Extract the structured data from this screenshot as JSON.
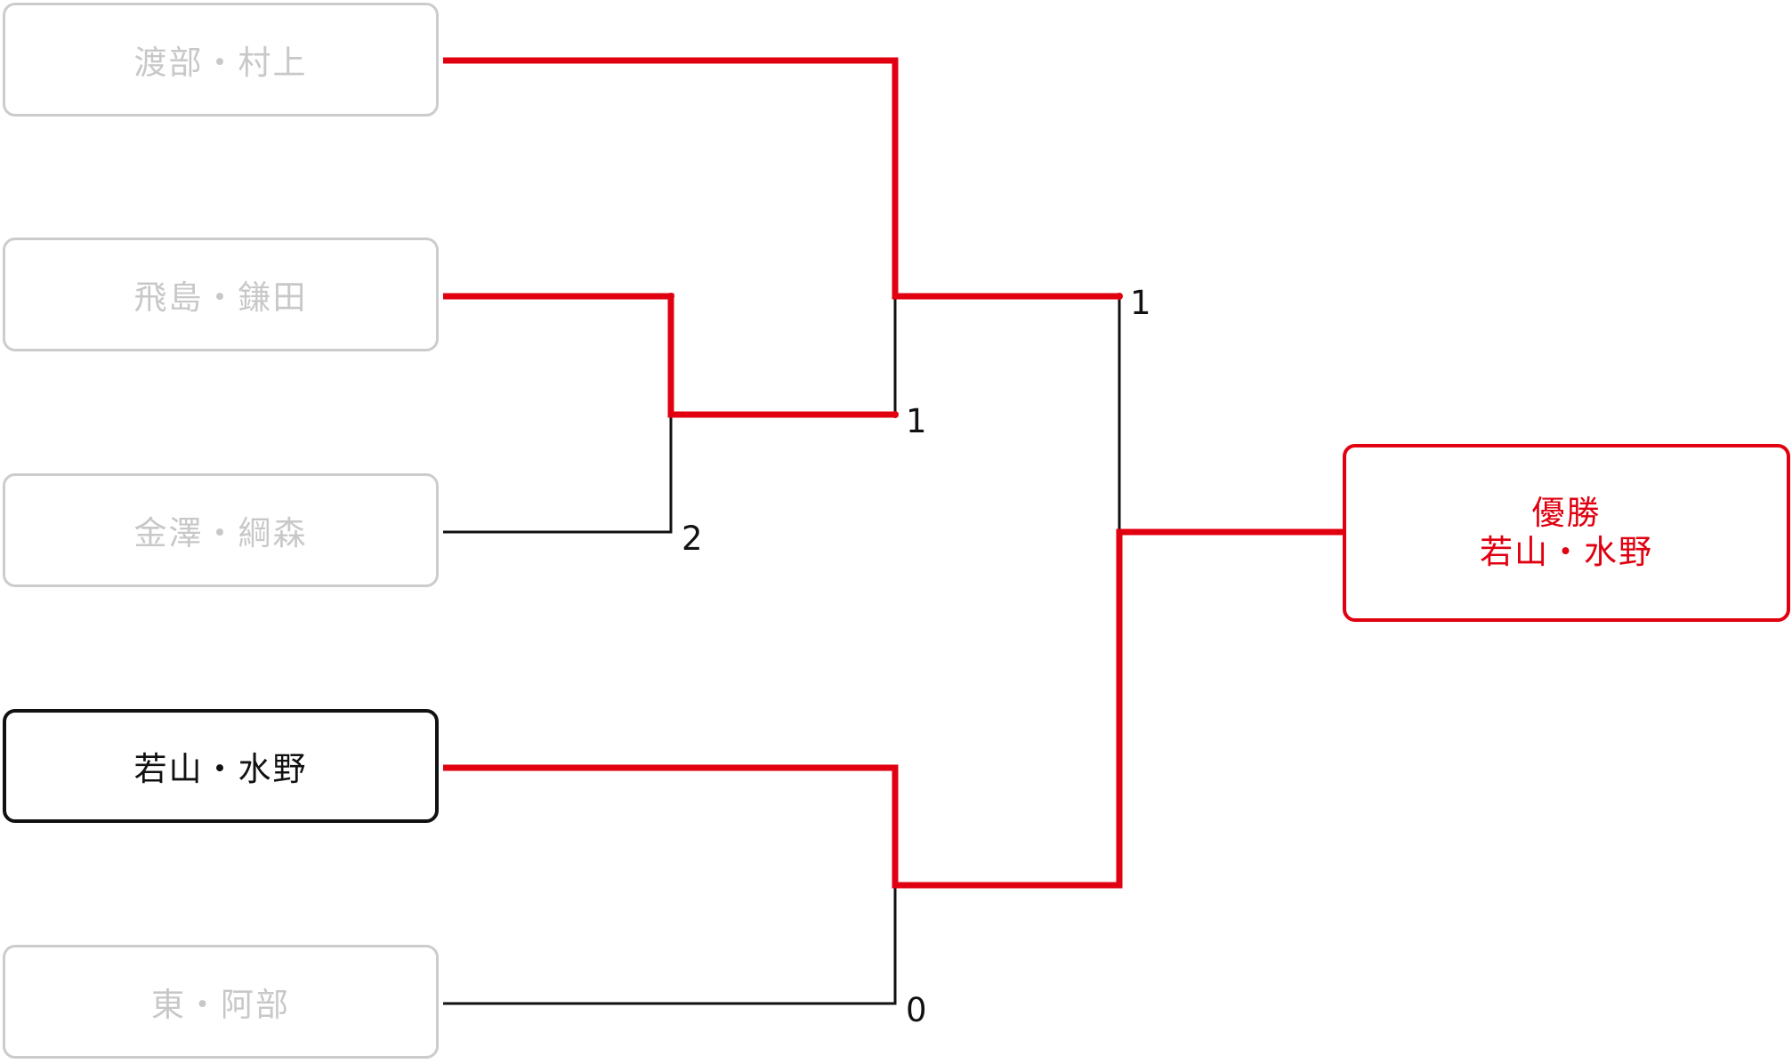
{
  "bracket": {
    "teams": [
      {
        "name": "渡部・村上",
        "state": "eliminated"
      },
      {
        "name": "飛島・鎌田",
        "state": "eliminated"
      },
      {
        "name": "金澤・綱森",
        "state": "eliminated"
      },
      {
        "name": "若山・水野",
        "state": "winner"
      },
      {
        "name": "東・阿部",
        "state": "eliminated"
      }
    ],
    "scores": {
      "match_1": "2",
      "match_2": "1",
      "match_3": "1",
      "match_4": "0"
    },
    "champion": {
      "label": "優勝",
      "name": "若山・水野"
    }
  },
  "colors": {
    "winner_path": "#e00010",
    "loser_path": "#111111",
    "eliminated_text": "#c8c8c8",
    "eliminated_border": "#cccccc"
  }
}
